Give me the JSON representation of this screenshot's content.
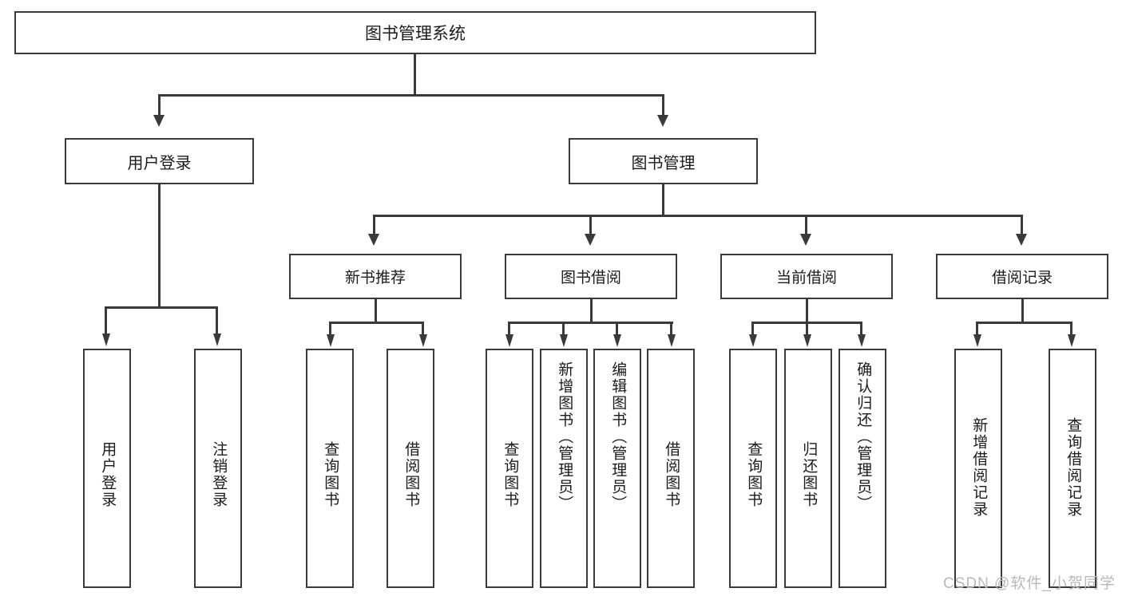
{
  "diagram": {
    "type": "tree-hierarchy-chart",
    "title": "图书管理系统",
    "root": {
      "label": "图书管理系统"
    },
    "level2": [
      {
        "id": "user-login",
        "label": "用户登录"
      },
      {
        "id": "book-manage",
        "label": "图书管理"
      }
    ],
    "level3": [
      {
        "id": "new-book-recommend",
        "label": "新书推荐",
        "parent": "book-manage"
      },
      {
        "id": "book-borrow",
        "label": "图书借阅",
        "parent": "book-manage"
      },
      {
        "id": "current-borrow",
        "label": "当前借阅",
        "parent": "book-manage"
      },
      {
        "id": "borrow-record",
        "label": "借阅记录",
        "parent": "book-manage"
      }
    ],
    "leaves": {
      "user_login": [
        {
          "id": "leaf-user-login",
          "label": "用户登录"
        },
        {
          "id": "leaf-user-logout",
          "label": "注销登录"
        }
      ],
      "new_book_recommend": [
        {
          "id": "leaf-query-book-1",
          "label": "查询图书"
        },
        {
          "id": "leaf-borrow-book-1",
          "label": "借阅图书"
        }
      ],
      "book_borrow": [
        {
          "id": "leaf-query-book-2",
          "label": "查询图书"
        },
        {
          "id": "leaf-add-book",
          "label": "新增图书（管理员）"
        },
        {
          "id": "leaf-edit-book",
          "label": "编辑图书（管理员）"
        },
        {
          "id": "leaf-borrow-book-2",
          "label": "借阅图书"
        }
      ],
      "current_borrow": [
        {
          "id": "leaf-query-book-3",
          "label": "查询图书"
        },
        {
          "id": "leaf-return-book",
          "label": "归还图书"
        },
        {
          "id": "leaf-confirm-return",
          "label": "确认归还（管理员）"
        }
      ],
      "borrow_record": [
        {
          "id": "leaf-add-record",
          "label": "新增借阅记录"
        },
        {
          "id": "leaf-query-record",
          "label": "查询借阅记录"
        }
      ]
    }
  },
  "watermark": {
    "text": "CSDN @软件_小贺同学"
  },
  "colors": {
    "stroke": "#3a3a3a",
    "text": "#1b1b1b",
    "background": "#ffffff",
    "watermark": "#b9b9b9"
  }
}
